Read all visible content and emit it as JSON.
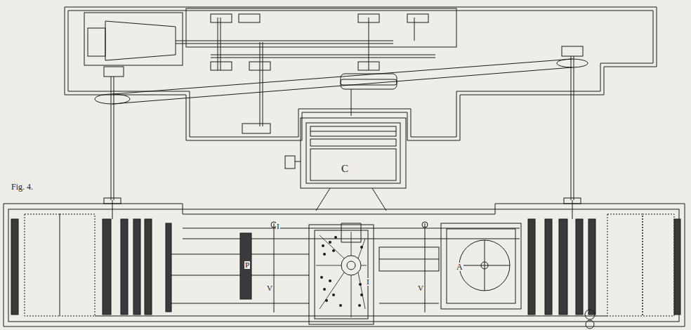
{
  "diagram": {
    "caption": "Fig. 4.",
    "labels": [
      "C",
      "I",
      "P",
      "V",
      "V",
      "A",
      "I"
    ]
  }
}
